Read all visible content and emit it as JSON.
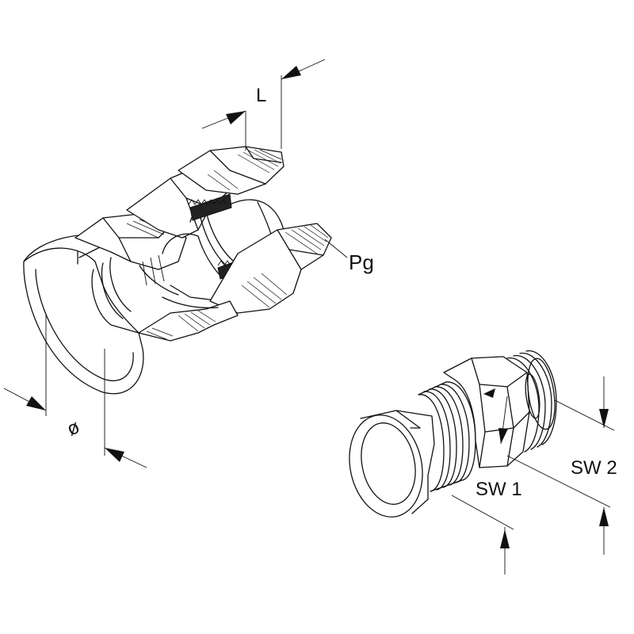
{
  "labels": {
    "length": "L",
    "thread": "Pg",
    "diameter": "ø",
    "wrench_size_1": "SW 1",
    "wrench_size_2": "SW 2"
  }
}
